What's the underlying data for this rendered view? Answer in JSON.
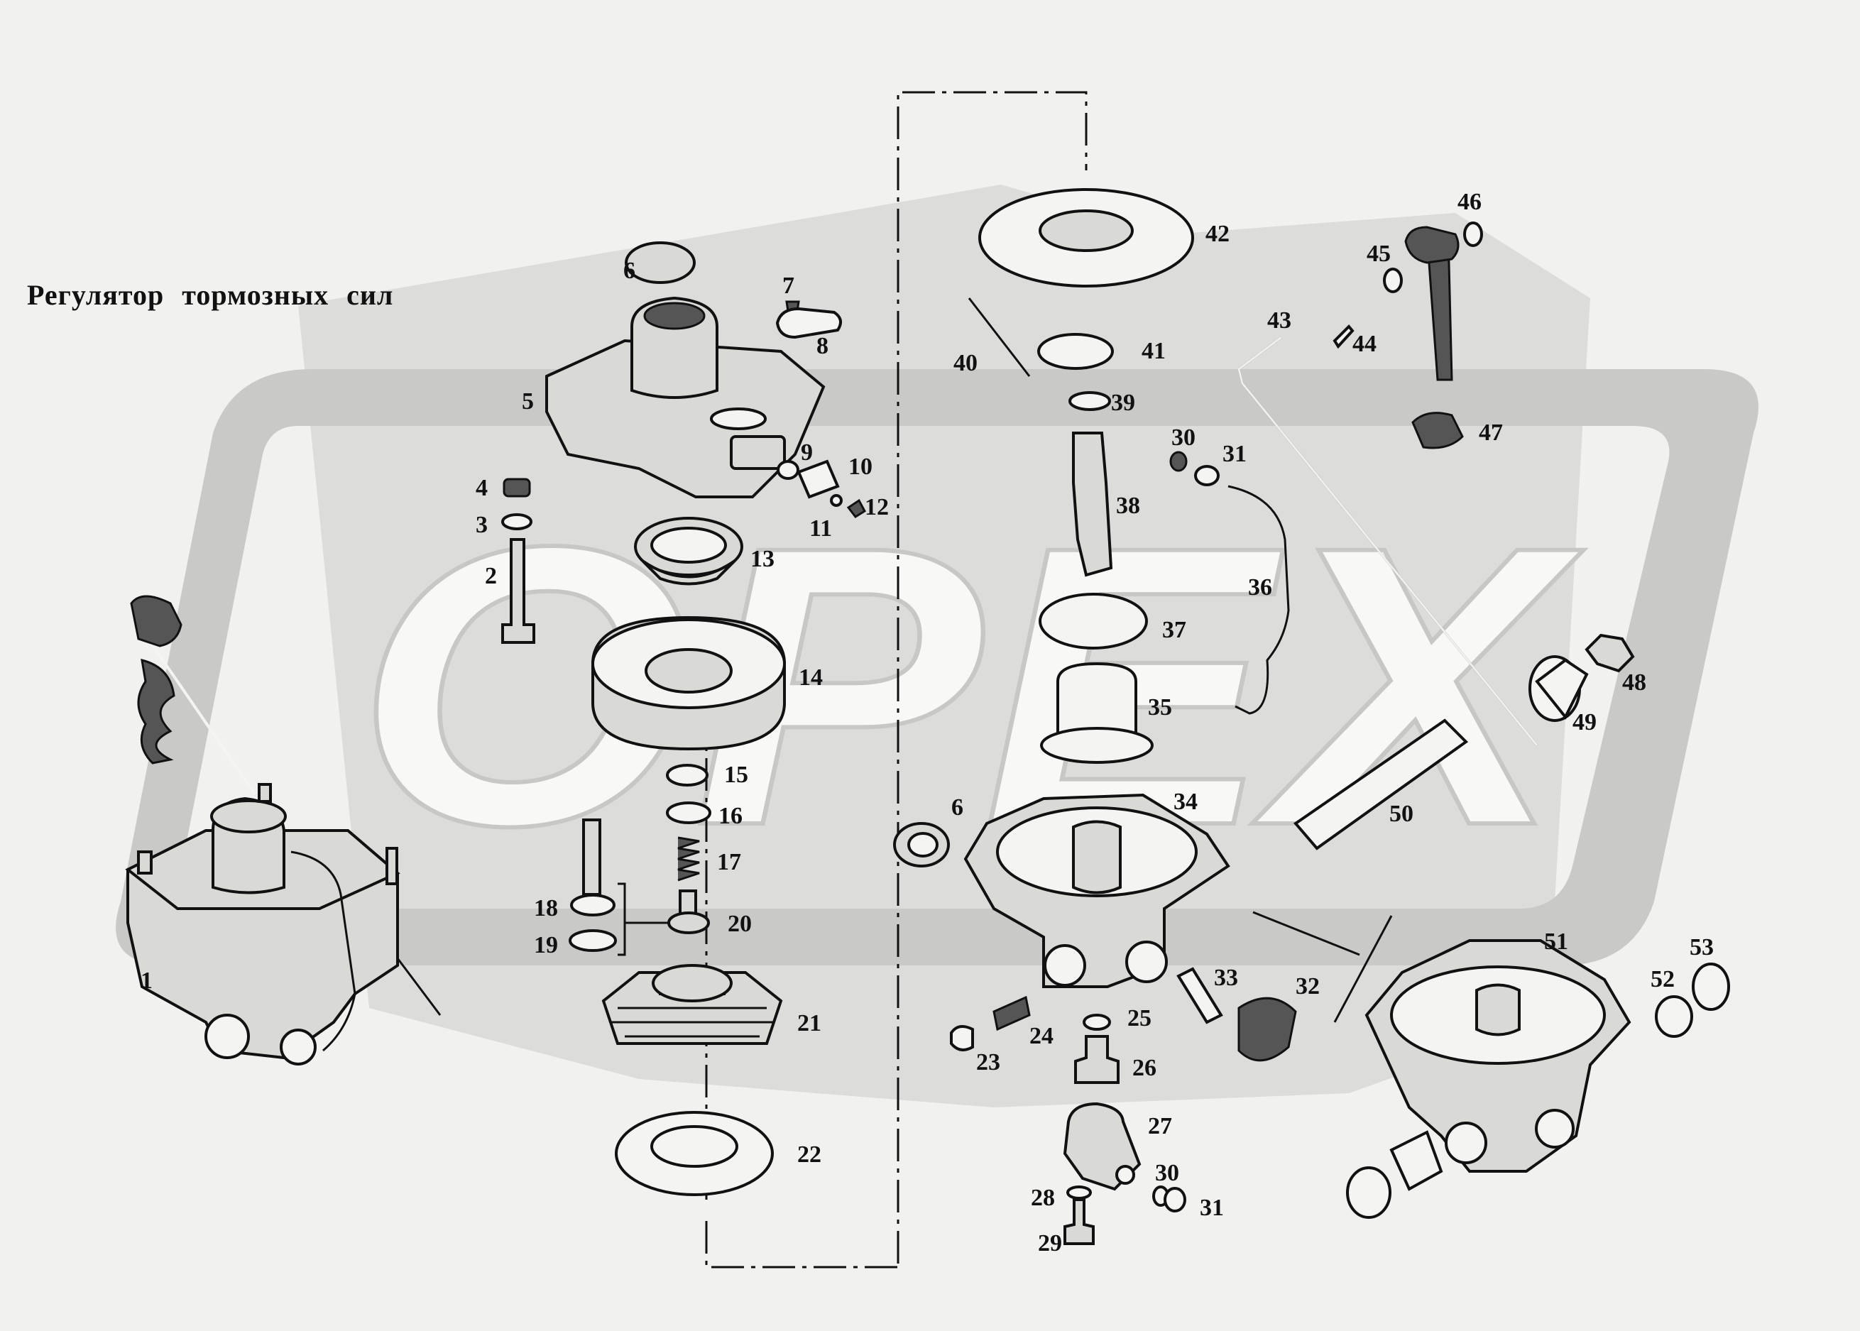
{
  "title": "Регулятор  тормозных  сил",
  "watermark": "OPEX",
  "callouts": [
    {
      "text": "1"
    },
    {
      "text": "2"
    },
    {
      "text": "3"
    },
    {
      "text": "4"
    },
    {
      "text": "5"
    },
    {
      "text": "6"
    },
    {
      "text": "7"
    },
    {
      "text": "8"
    },
    {
      "text": "9"
    },
    {
      "text": "10"
    },
    {
      "text": "11"
    },
    {
      "text": "12"
    },
    {
      "text": "13"
    },
    {
      "text": "14"
    },
    {
      "text": "15"
    },
    {
      "text": "16"
    },
    {
      "text": "17"
    },
    {
      "text": "18"
    },
    {
      "text": "19"
    },
    {
      "text": "20"
    },
    {
      "text": "21"
    },
    {
      "text": "22"
    },
    {
      "text": "23"
    },
    {
      "text": "24"
    },
    {
      "text": "25"
    },
    {
      "text": "26"
    },
    {
      "text": "27"
    },
    {
      "text": "28"
    },
    {
      "text": "29"
    },
    {
      "text": "30"
    },
    {
      "text": "31"
    },
    {
      "text": "32"
    },
    {
      "text": "33"
    },
    {
      "text": "34"
    },
    {
      "text": "35"
    },
    {
      "text": "36"
    },
    {
      "text": "37"
    },
    {
      "text": "38"
    },
    {
      "text": "39"
    },
    {
      "text": "40"
    },
    {
      "text": "41"
    },
    {
      "text": "42"
    },
    {
      "text": "43"
    },
    {
      "text": "44"
    },
    {
      "text": "45"
    },
    {
      "text": "46"
    },
    {
      "text": "47"
    },
    {
      "text": "48"
    },
    {
      "text": "49"
    },
    {
      "text": "50"
    },
    {
      "text": "51"
    },
    {
      "text": "52"
    },
    {
      "text": "53"
    },
    {
      "text": "6"
    },
    {
      "text": "30"
    },
    {
      "text": "31"
    }
  ]
}
